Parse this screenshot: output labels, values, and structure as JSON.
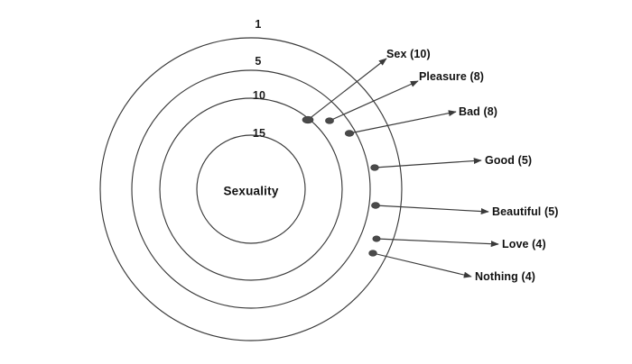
{
  "figure": {
    "core_label": "Sexuality",
    "background_color": "#ffffff",
    "line_color": "#3a3a3a",
    "dot_color": "#4a4a4a",
    "text_color": "#111111"
  },
  "chart_data": {
    "type": "radial_concentric_association",
    "title": "Sexuality",
    "center_label": "Sexuality",
    "xlabel": "",
    "ylabel": "",
    "grid": true,
    "legend_position": "none",
    "ring_ticks": [
      {
        "label": "1",
        "value": 1,
        "radius_px": 168
      },
      {
        "label": "5",
        "value": 5,
        "radius_px": 132
      },
      {
        "label": "10",
        "value": 10,
        "radius_px": 101
      },
      {
        "label": "15",
        "value": 15,
        "radius_px": 60
      }
    ],
    "categories": [
      "Sex",
      "Pleasure",
      "Bad",
      "Good",
      "Beautiful",
      "Love",
      "Nothing"
    ],
    "values": [
      10,
      8,
      8,
      5,
      5,
      4,
      4
    ],
    "points": [
      {
        "label": "Sex (10)",
        "term": "Sex",
        "frequency": 10
      },
      {
        "label": "Pleasure (8)",
        "term": "Pleasure",
        "frequency": 8
      },
      {
        "label": "Bad (8)",
        "term": "Bad",
        "frequency": 8
      },
      {
        "label": "Good (5)",
        "term": "Good",
        "frequency": 5
      },
      {
        "label": "Beautiful (5)",
        "term": "Beautiful",
        "frequency": 5
      },
      {
        "label": "Love (4)",
        "term": "Love",
        "frequency": 4
      },
      {
        "label": "Nothing (4)",
        "term": "Nothing",
        "frequency": 4
      }
    ]
  }
}
